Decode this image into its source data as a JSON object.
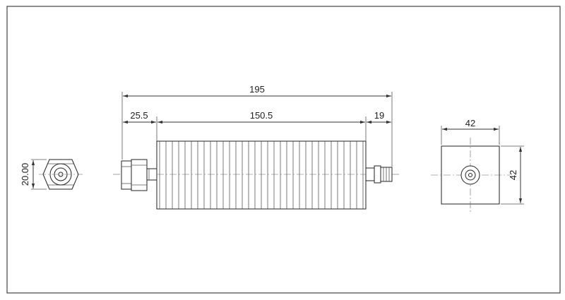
{
  "dimensions": {
    "overall_length": "195",
    "left_connector_length": "25.5",
    "body_length": "150.5",
    "right_connector_length": "19",
    "hex_across_flats": "20.00",
    "end_width": "42",
    "end_height": "42"
  }
}
